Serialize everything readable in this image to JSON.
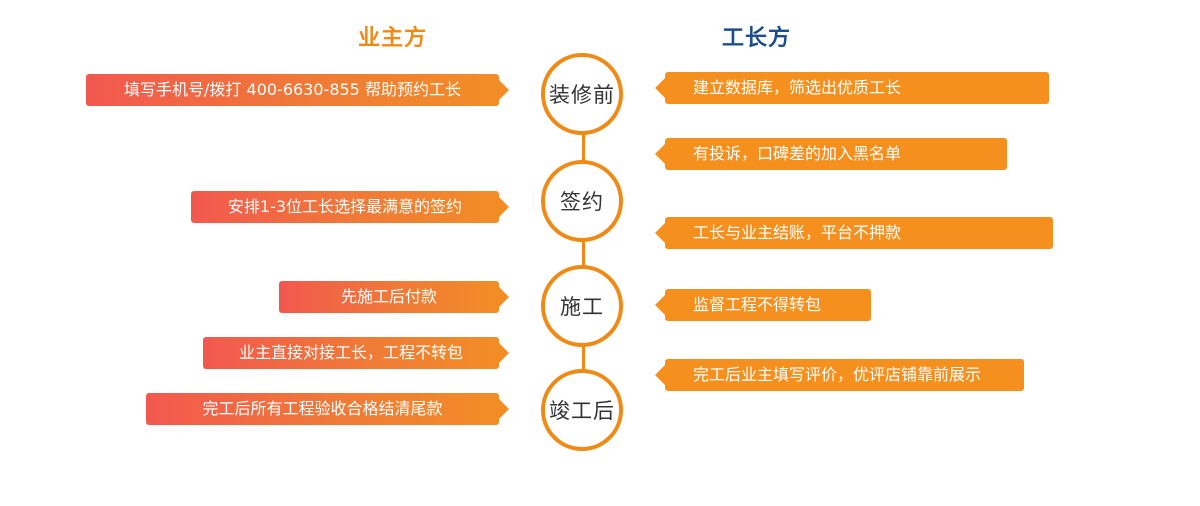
{
  "headers": {
    "owner": "业主方",
    "foreman": "工长方"
  },
  "stages": [
    "装修前",
    "签约",
    "施工",
    "竣工后"
  ],
  "left_notes": [
    "填写手机号/拨打 400-6630-855 帮助预约工长",
    "安排1-3位工长选择最满意的签约",
    "先施工后付款",
    "业主直接对接工长，工程不转包",
    "完工后所有工程验收合格结清尾款"
  ],
  "right_notes": [
    "建立数据库，筛选出优质工长",
    "有投诉，口碑差的加入黑名单",
    "工长与业主结账，平台不押款",
    "监督工程不得转包",
    "完工后业主填写评价，优评店铺靠前展示"
  ],
  "colors": {
    "accent_orange": "#f08a16",
    "header_blue": "#1c4e8c",
    "left_gradient_start": "#f2584f",
    "right_box": "#f5901e"
  }
}
